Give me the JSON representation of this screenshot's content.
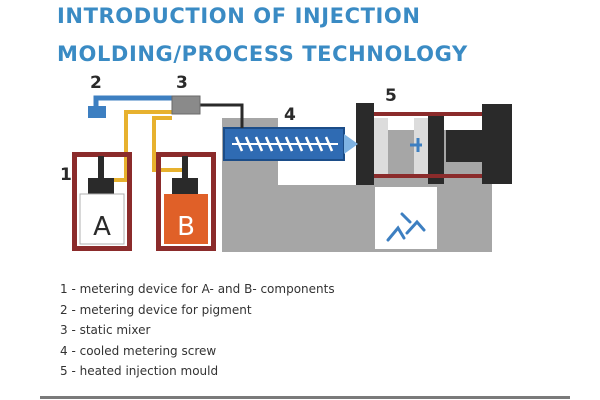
{
  "title": {
    "line1": "INTRODUCTION OF INJECTION",
    "line2": "MOLDING/PROCESS TECHNOLOGY"
  },
  "diagram": {
    "labels": {
      "n1": "1",
      "n2": "2",
      "n3": "3",
      "n4": "4",
      "n5": "5"
    },
    "tank_a": "A",
    "tank_b": "B"
  },
  "legend": [
    "1 - metering device for A- and B- components",
    "2 - metering device for pigment",
    "3 - static mixer",
    "4 - cooled metering screw",
    "5 - heated injection mould"
  ],
  "colors": {
    "title": "#3a8bc4",
    "frame": "#8b2b2b",
    "pipe_blue": "#3d7fc1",
    "pipe_yellow": "#e7b12e",
    "tank_b": "#e06028",
    "machine_gray": "#a6a6a6",
    "screw_blue": "#2f6bb3"
  }
}
